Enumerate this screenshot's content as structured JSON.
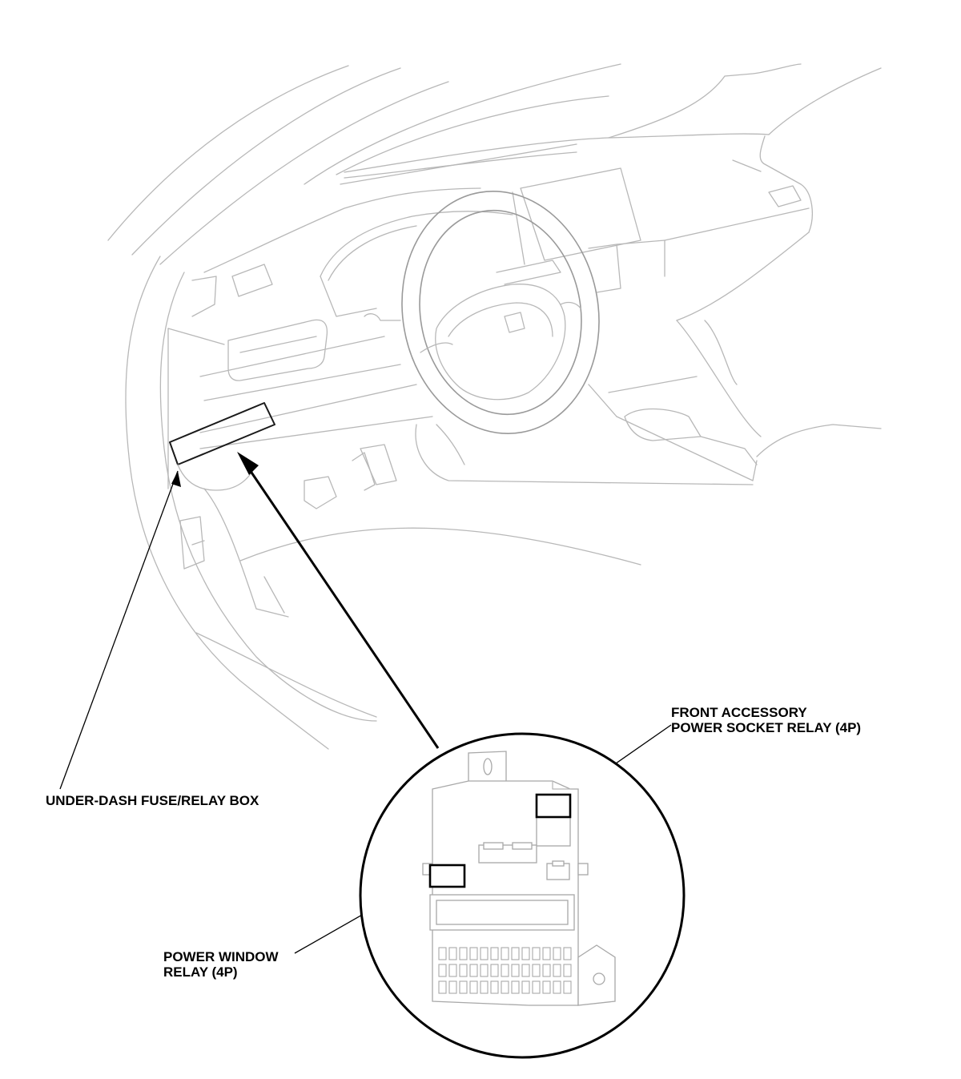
{
  "labels": {
    "underdash_box": "UNDER-DASH FUSE/RELAY BOX",
    "front_accessory_line1": "FRONT ACCESSORY",
    "front_accessory_line2": "POWER SOCKET RELAY (4P)",
    "power_window_line1": "POWER WINDOW",
    "power_window_line2": "RELAY (4P)"
  },
  "colors": {
    "line_art": "#b8b8b8",
    "callout": "#000000",
    "background": "#ffffff"
  }
}
